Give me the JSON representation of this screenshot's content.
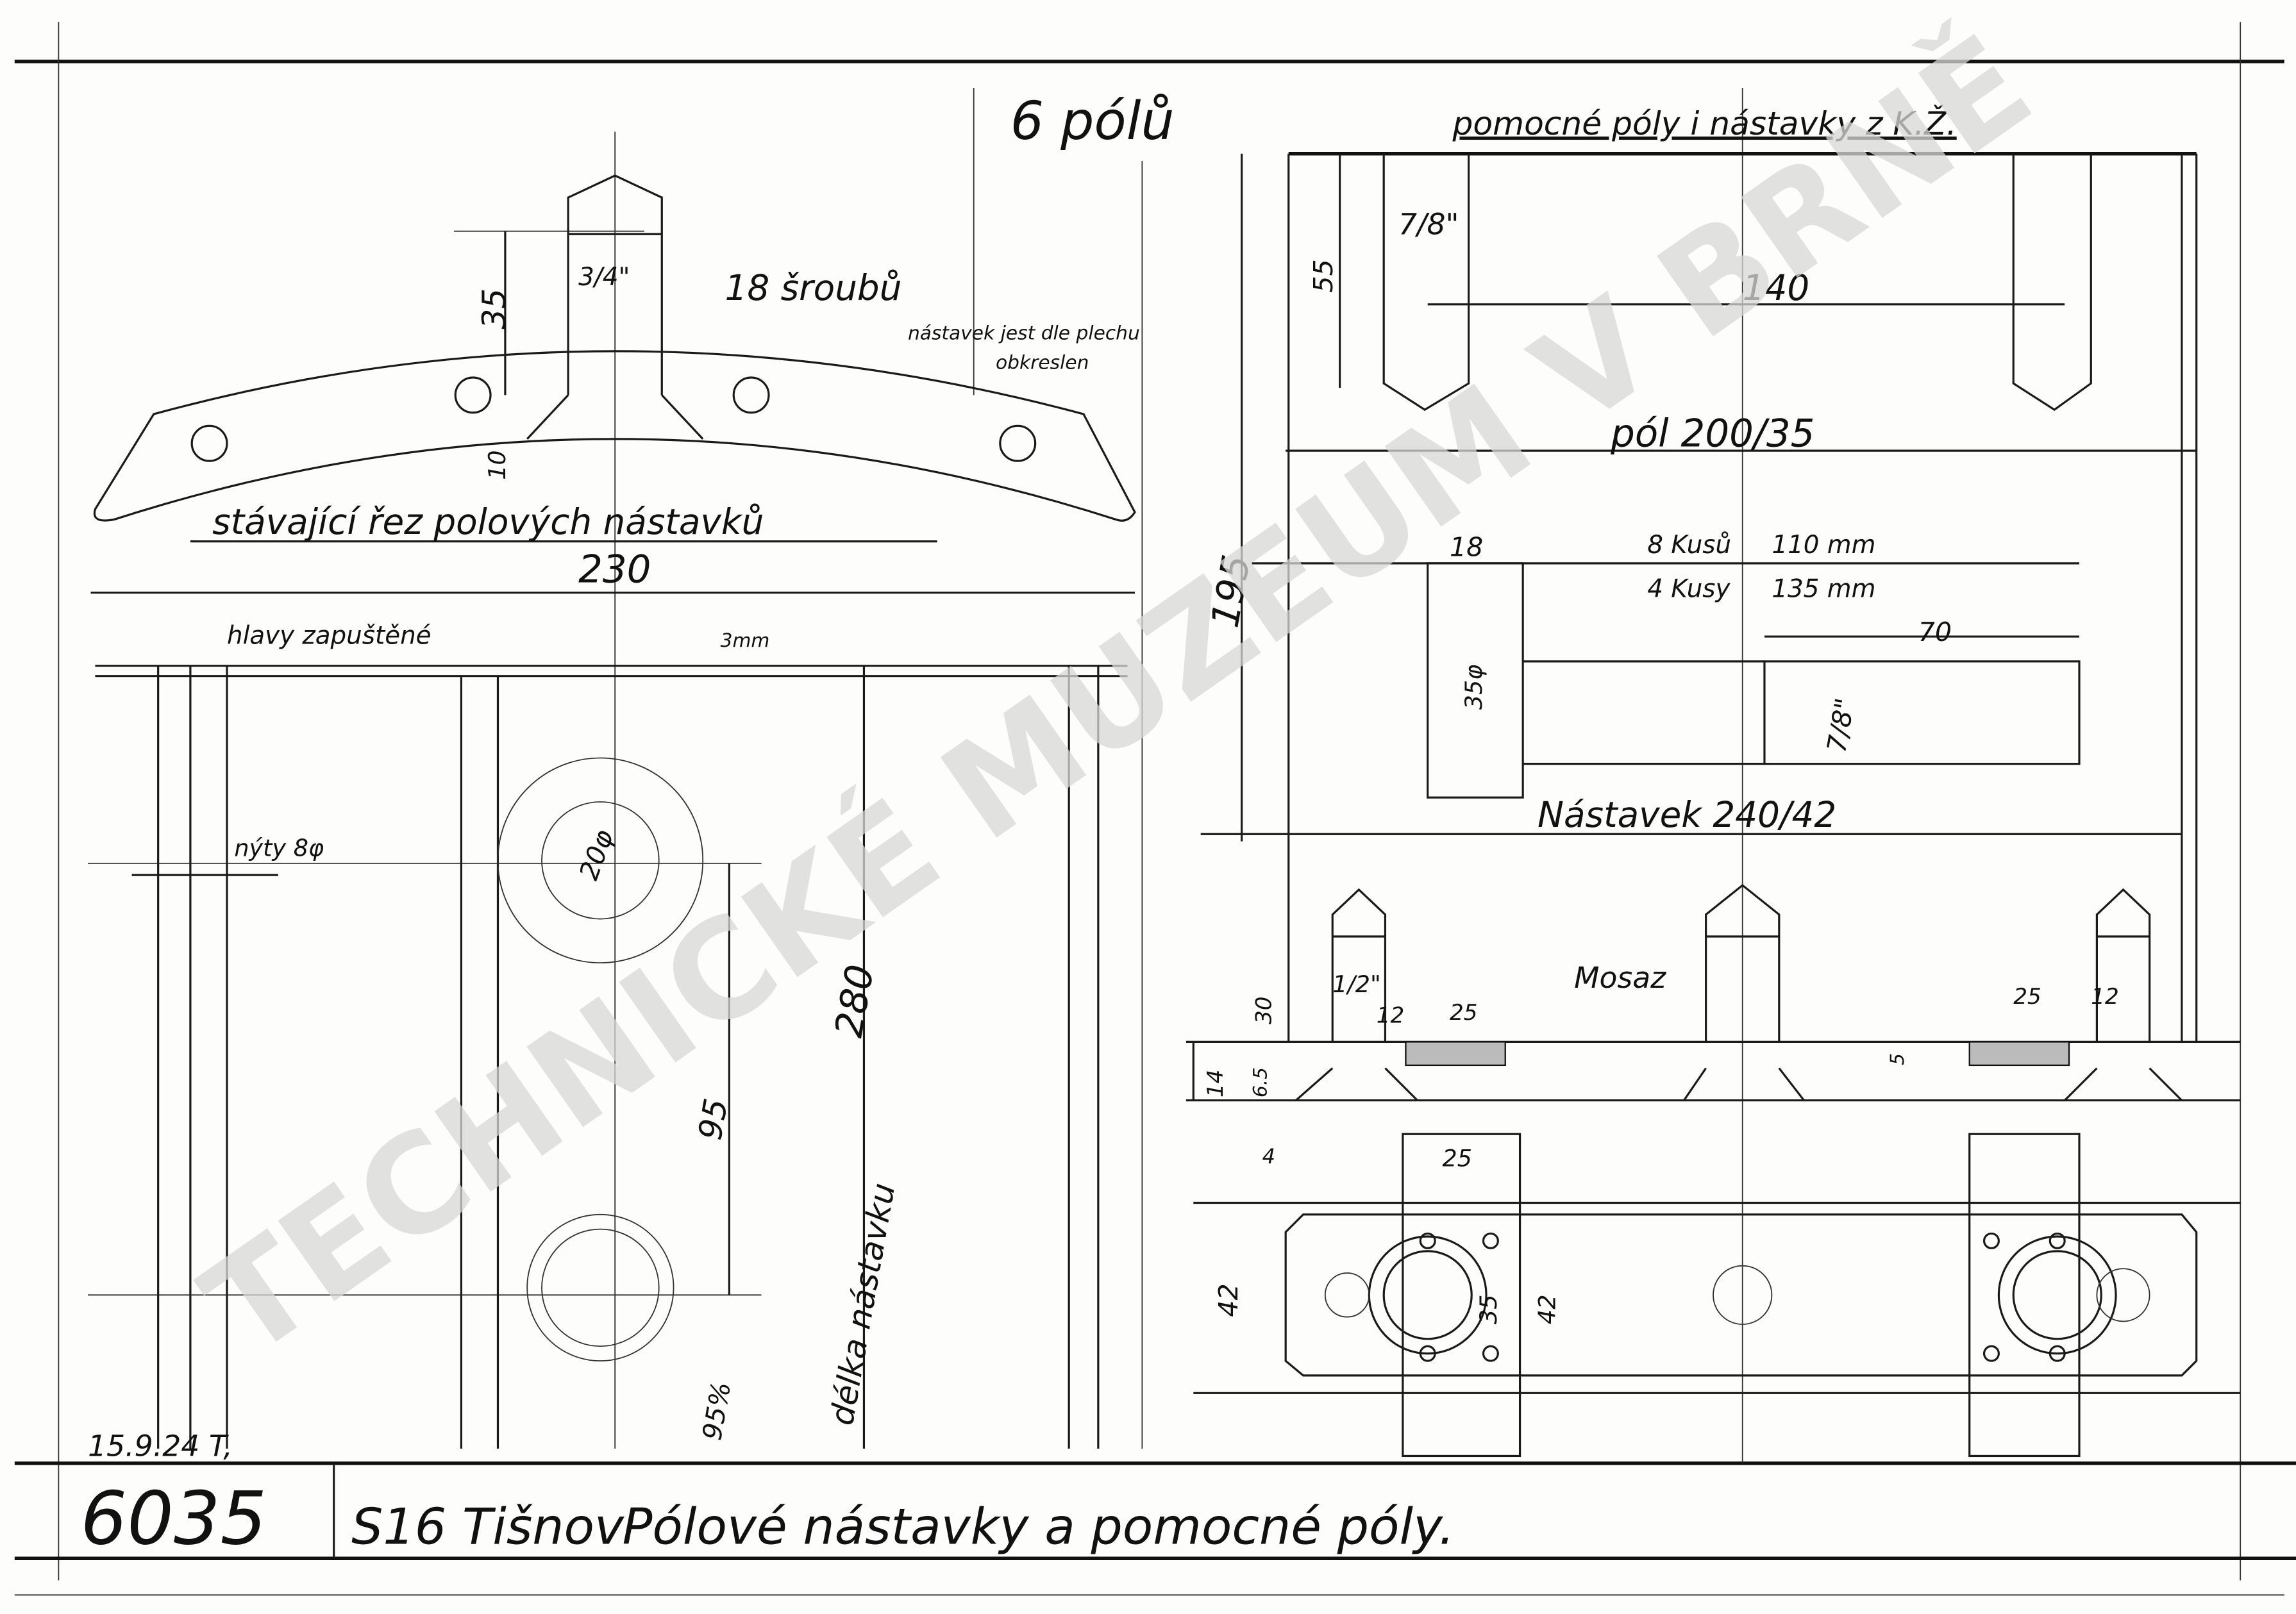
{
  "sheet": {
    "header_poles": "6 pólů",
    "header_right": "pomocné póly i nástavky z K.Ž.",
    "watermark": "TECHNICKÉ MUZEUM V BRNĚ"
  },
  "section_view": {
    "screw_size": "3/4\"",
    "screws": "18 šroubů",
    "height_35": "35",
    "note_line1": "nástavek jest dle plechu",
    "note_line2": "obkreslen",
    "height_10": "10",
    "caption": "stávající řez polových nástavků",
    "width_230": "230"
  },
  "plan_view": {
    "heads_note": "hlavy zapuštěné",
    "gap_3mm": "3mm",
    "rivets": "nýty 8φ",
    "hole_20": "20φ",
    "dim_95": "95",
    "dim_280": "280",
    "length_label": "délka nástavku",
    "dim_95_pct": "95%"
  },
  "pole_view": {
    "bolt_7_8": "7/8\"",
    "dim_55": "55",
    "dim_140": "140",
    "pole_label": "pól 200/35",
    "dim_195": "195",
    "dim_18": "18",
    "qty1": "8 Kusů",
    "len1": "110 mm",
    "qty2": "4 Kusy",
    "len2": "135 mm",
    "dim_70": "70",
    "dim_35phi": "35φ",
    "bolt2_7_8": "7/8\"",
    "extension_label": "Nástavek 240/42"
  },
  "lower_view": {
    "brass": "Mosaz",
    "dim_30": "30",
    "dim_half": "1/2\"",
    "dim_12a": "12",
    "dim_25a": "25",
    "dim_14": "14",
    "dim_6_5": "6.5",
    "dim_5": "5",
    "dim_25b": "25",
    "dim_12b": "12",
    "dim_4": "4",
    "dim_25c": "25",
    "dim_42a": "42",
    "dim_35": "35",
    "dim_42b": "42"
  },
  "title_block": {
    "date": "15.9.24 T,",
    "drawing_number": "6035",
    "location": "S16 Tišnov",
    "title": "Pólové nástavky a pomocné póly."
  }
}
